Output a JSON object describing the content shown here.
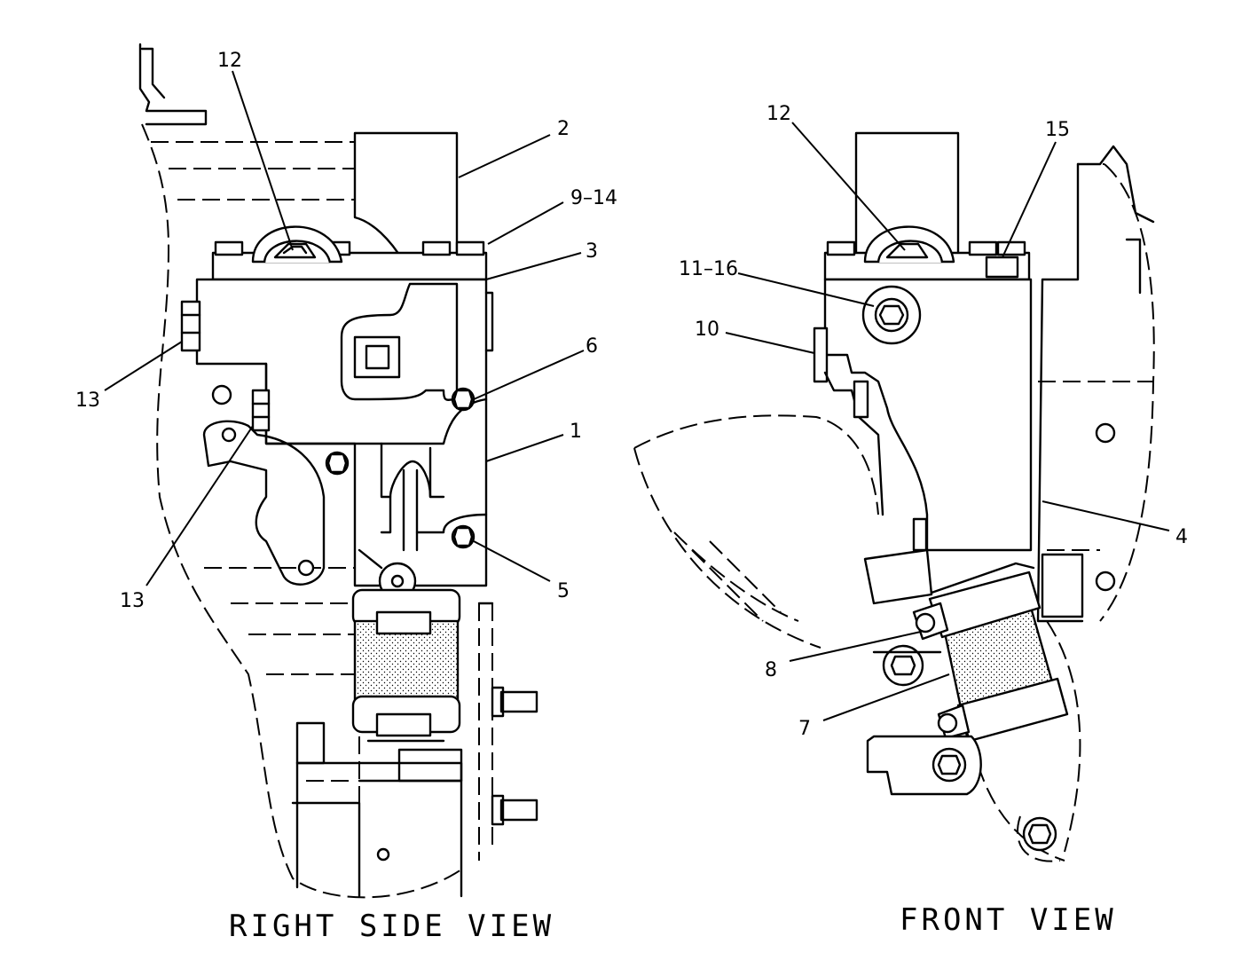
{
  "views": [
    {
      "label": "RIGHT SIDE VIEW",
      "callouts": [
        "12",
        "2",
        "9–14",
        "3",
        "13",
        "6",
        "1",
        "13",
        "5"
      ]
    },
    {
      "label": "FRONT VIEW",
      "callouts": [
        "12",
        "15",
        "11–16",
        "10",
        "4",
        "8",
        "7"
      ]
    }
  ]
}
